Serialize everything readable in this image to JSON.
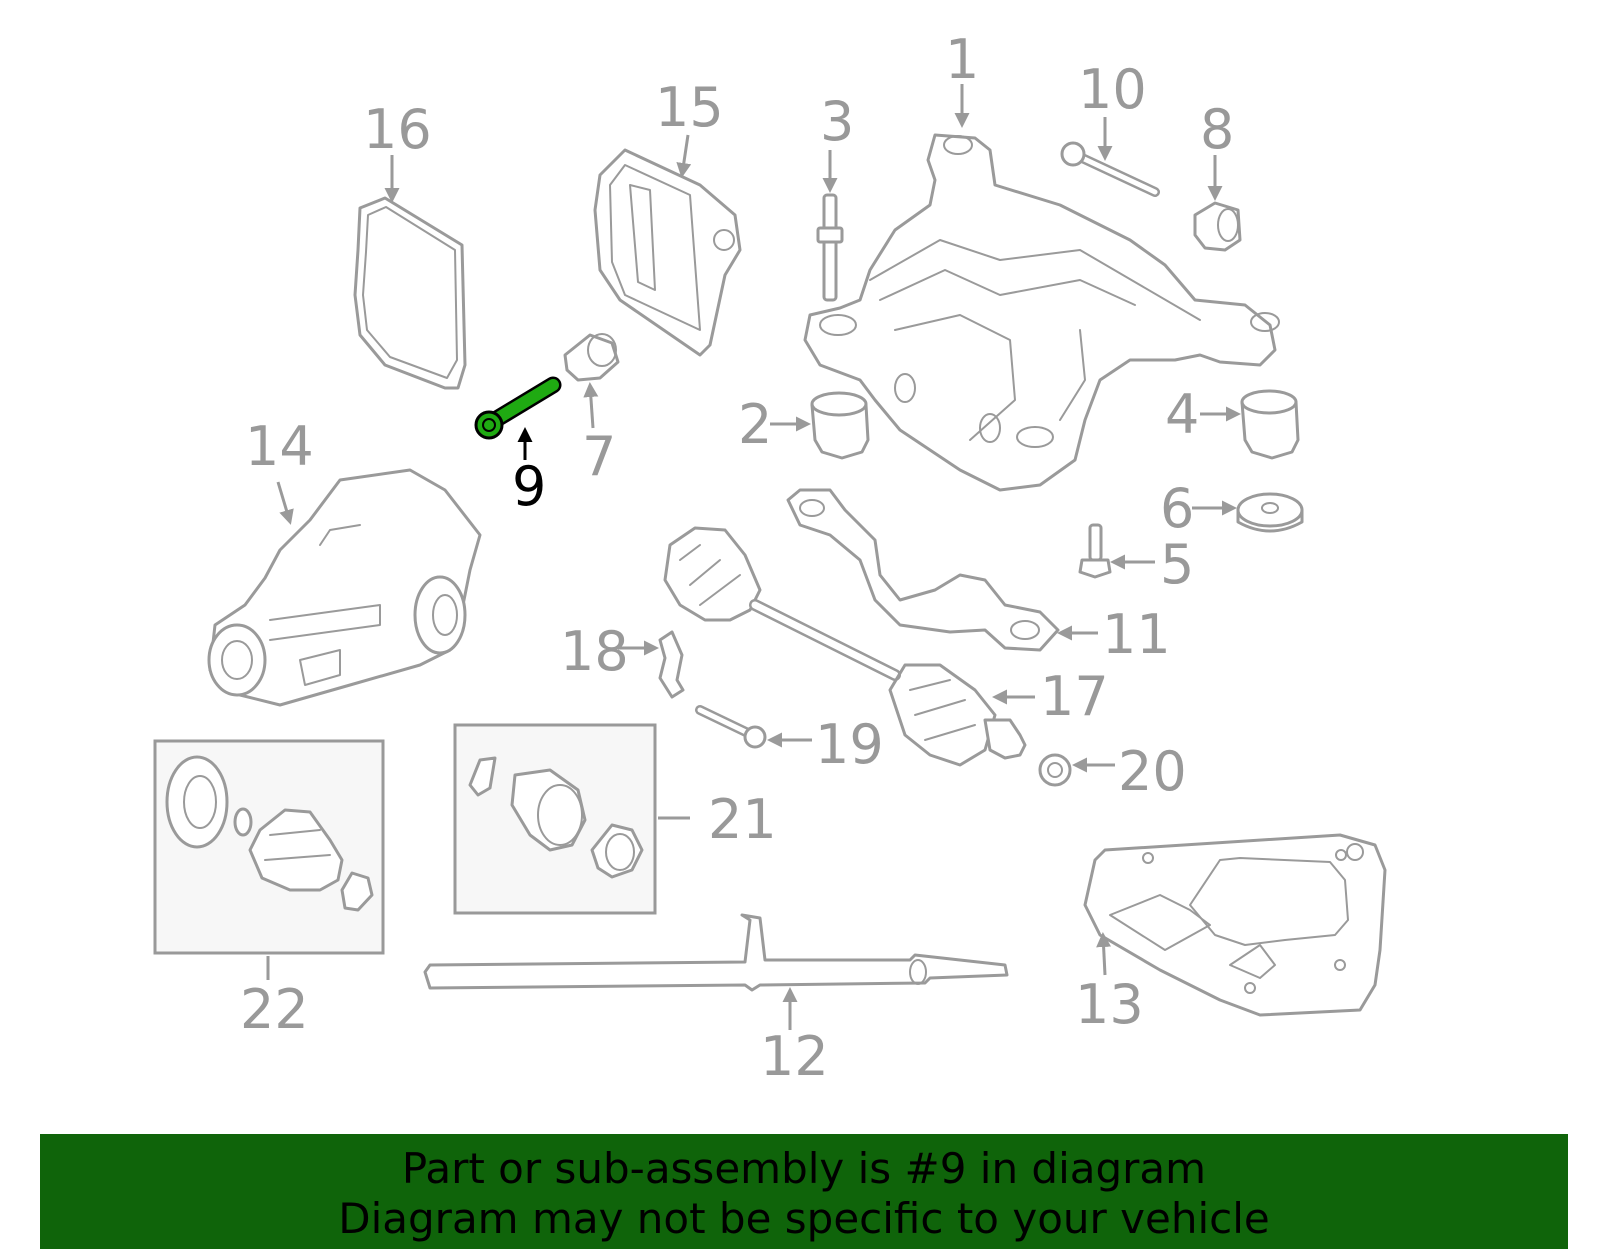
{
  "diagram": {
    "highlight_color": "#0f640a",
    "line_color": "#9a9a9a",
    "highlighted_part": "9",
    "callouts": {
      "c1": "1",
      "c2": "2",
      "c3": "3",
      "c4": "4",
      "c5": "5",
      "c6": "6",
      "c7": "7",
      "c8": "8",
      "c9": "9",
      "c10": "10",
      "c11": "11",
      "c12": "12",
      "c13": "13",
      "c14": "14",
      "c15": "15",
      "c16": "16",
      "c17": "17",
      "c18": "18",
      "c19": "19",
      "c20": "20",
      "c21": "21",
      "c22": "22"
    }
  },
  "banner": {
    "background": "#0f640a",
    "line1": "Part or sub-assembly is #9 in diagram",
    "line2": "Diagram may not be specific to your vehicle"
  }
}
